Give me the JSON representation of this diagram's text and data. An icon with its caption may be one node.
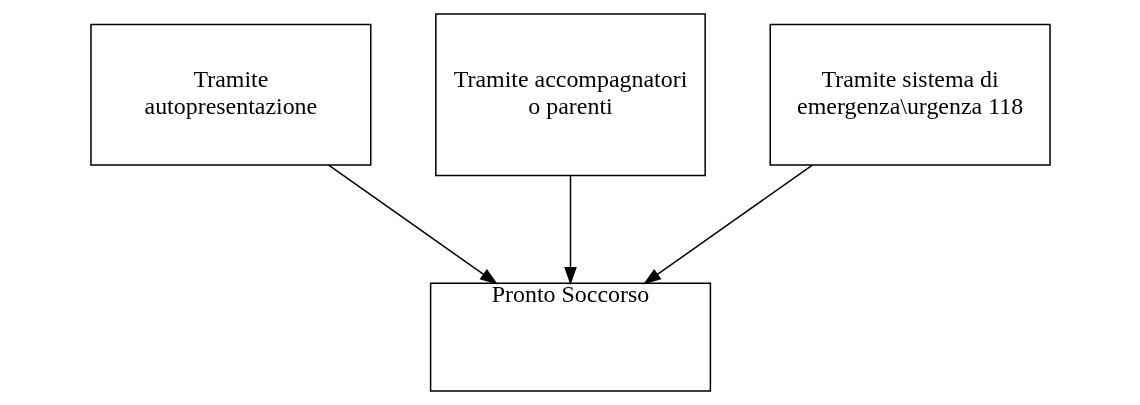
{
  "diagram": {
    "nodes": [
      {
        "text": [
          "Tramite autopresentazione"
        ]
      },
      {
        "text": [
          "Tramite accompagnatori o parenti"
        ]
      },
      {
        "text": [
          "Tramite sistema di emergenza\\urgenza 118"
        ]
      },
      {
        "text": [
          "Pronto Soccorso"
        ]
      }
    ],
    "edges": [
      {
        "from": 0,
        "to": 3,
        "arrow": "to"
      },
      {
        "from": 1,
        "to": 3,
        "arrow": "to"
      },
      {
        "from": 2,
        "to": 3,
        "arrow": "to"
      }
    ]
  }
}
